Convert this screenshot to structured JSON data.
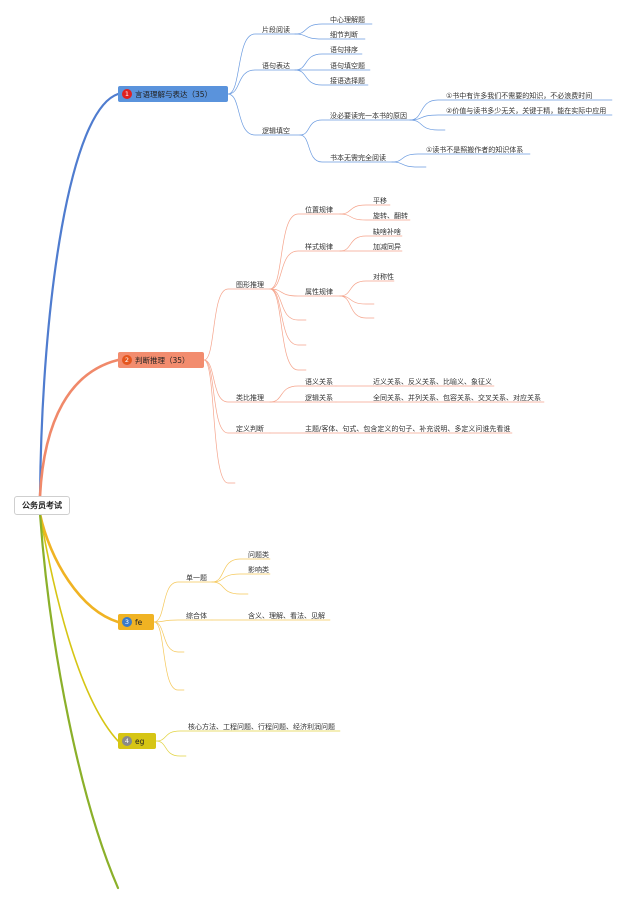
{
  "root": {
    "label": "公务员考试"
  },
  "branches": [
    {
      "number": "1",
      "label": "言语理解与表达（35）",
      "color": "#4f7ccf",
      "badge_color": "#e02020",
      "children": [
        {
          "label": "片段阅读",
          "children": [
            {
              "label": "中心理解题"
            },
            {
              "label": "细节判断"
            }
          ]
        },
        {
          "label": "语句表达",
          "children": [
            {
              "label": "语句排序"
            },
            {
              "label": "语句填空题"
            },
            {
              "label": "接语选择题"
            }
          ]
        },
        {
          "label": "逻辑填空",
          "children": [
            {
              "label": "没必要读完一本书的原因",
              "children": [
                {
                  "label": "①书中有许多我们不需要的知识，不必浪费时间"
                },
                {
                  "label": "②价值与读书多少无关，关键于精，能在实际中应用"
                }
              ]
            },
            {
              "label": "书本无需完全阅读",
              "children": [
                {
                  "label": "①读书不是照搬作者的知识体系"
                }
              ]
            }
          ]
        }
      ]
    },
    {
      "number": "2",
      "label": "判断推理（35）",
      "color": "#f0896a",
      "badge_color": "#e5561e",
      "children": [
        {
          "label": "图形推理",
          "children": [
            {
              "label": "位置规律",
              "children": [
                {
                  "label": "平移"
                },
                {
                  "label": "旋转、翻转"
                }
              ]
            },
            {
              "label": "样式规律",
              "children": [
                {
                  "label": "缺啥补啥"
                },
                {
                  "label": "加减同异"
                }
              ]
            },
            {
              "label": "属性规律",
              "children": [
                {
                  "label": "对称性"
                }
              ]
            }
          ]
        },
        {
          "label": "类比推理",
          "children": [
            {
              "label": "语义关系",
              "children": [
                {
                  "label": "近义关系、反义关系、比喻义、象征义"
                }
              ]
            },
            {
              "label": "逻辑关系",
              "children": [
                {
                  "label": "全同关系、并列关系、包容关系、交叉关系、对应关系"
                }
              ]
            }
          ]
        },
        {
          "label": "定义判断",
          "children": [
            {
              "label": "主题/客体、句式、包含定义的句子、补充说明、多定义问谁先看谁"
            }
          ]
        }
      ]
    },
    {
      "number": "3",
      "label": "fe",
      "color": "#f0b323",
      "badge_color": "#3a7bc8",
      "children": [
        {
          "label": "单一题",
          "children": [
            {
              "label": "问题类"
            },
            {
              "label": "影响类"
            }
          ]
        },
        {
          "label": "综合体",
          "children": [
            {
              "label": "含义、理解、看法、见解"
            }
          ]
        }
      ]
    },
    {
      "number": "4",
      "label": "eg",
      "color": "#d6c514",
      "badge_color": "#8a8a8a",
      "children": [
        {
          "label": "核心方法、工程问题、行程问题、经济利润问题"
        }
      ]
    }
  ]
}
